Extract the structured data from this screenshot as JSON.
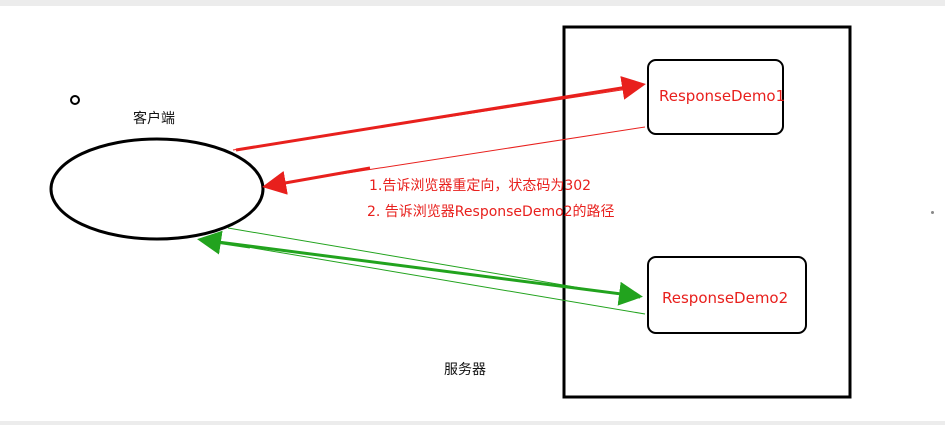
{
  "diagram": {
    "client": {
      "label": "客户端"
    },
    "server": {
      "label": "服务器"
    },
    "servlets": [
      {
        "id": "demo1",
        "label": "ResponseDemo1"
      },
      {
        "id": "demo2",
        "label": "ResponseDemo2"
      }
    ],
    "notes": [
      "1.告诉浏览器重定向，状态码为302",
      "2. 告诉浏览器ResponseDemo2的路径"
    ],
    "colors": {
      "redirect": "#e8201d",
      "second_request": "#22a31e",
      "outline": "#000000"
    }
  }
}
